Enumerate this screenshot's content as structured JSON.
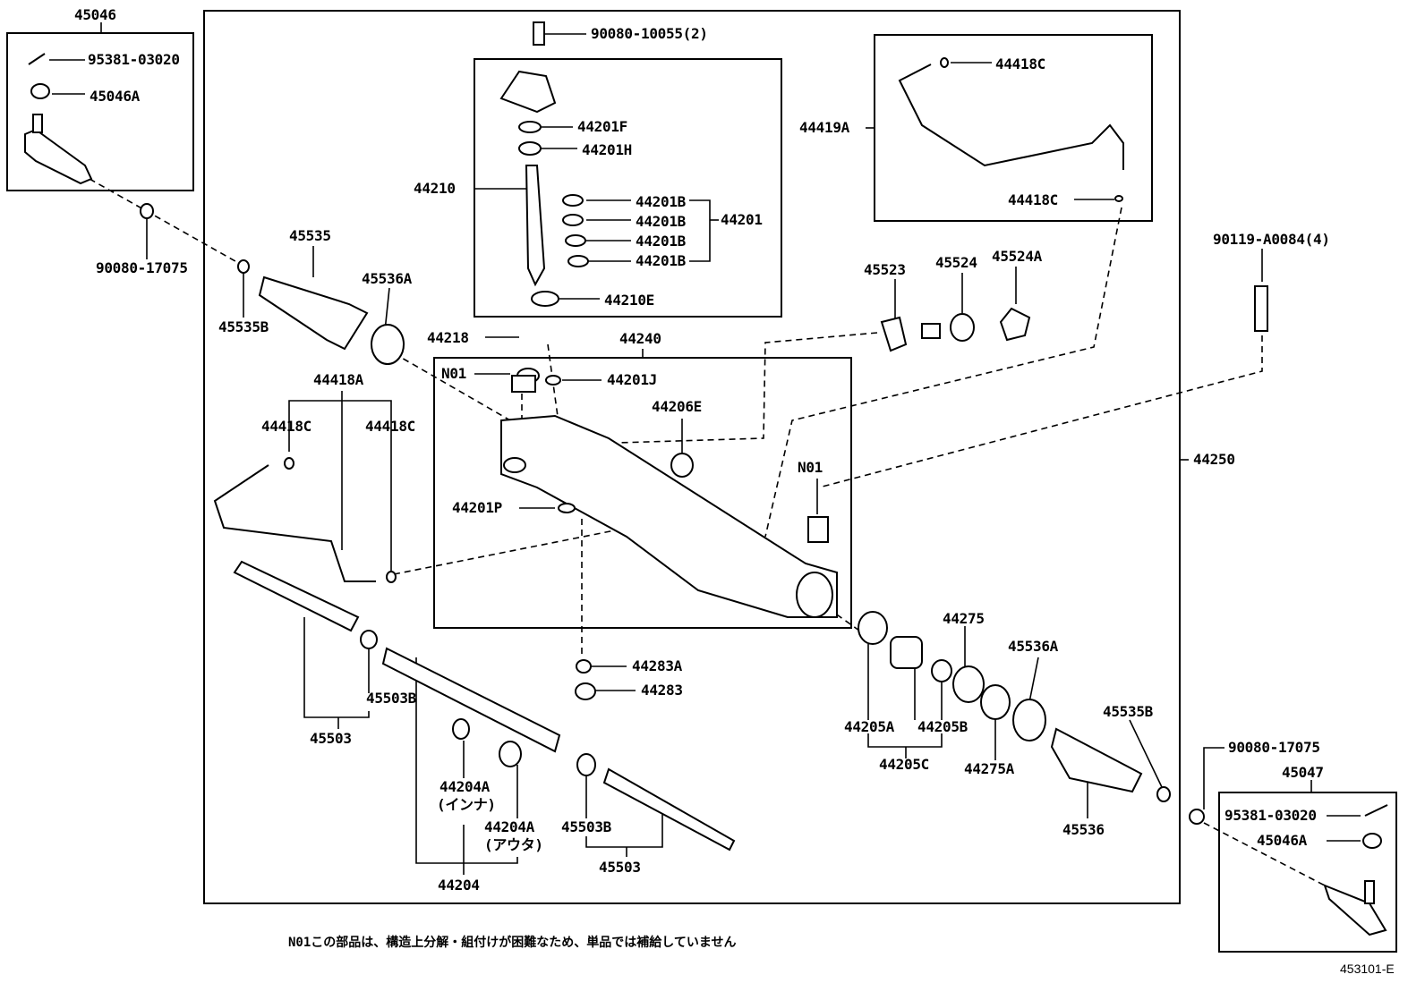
{
  "labels": [
    "45046",
    "95381-03020",
    "45046A",
    "90080-10055(2)",
    "44201F",
    "44201H",
    "44210",
    "44201B",
    "44201B",
    "44201B",
    "44201B",
    "44201",
    "44210E",
    "44418C",
    "44419A",
    "44418C",
    "90119-A0084(4)",
    "45535",
    "90080-17075",
    "45536A",
    "45535B",
    "45523",
    "45524",
    "45524A",
    "44218",
    "44240",
    "N01",
    "44201J",
    "44418A",
    "44206E",
    "44418C",
    "44418C",
    "44250",
    "N01",
    "44201P",
    "44275",
    "45536A",
    "44283A",
    "44283",
    "45503B",
    "45535B",
    "44205A",
    "44205B",
    "45503",
    "90080-17075",
    "44205C",
    "45047",
    "44275A",
    "44204A",
    "(インナ)",
    "95381-03020",
    "44204A",
    "(アウタ)",
    "45503B",
    "45536",
    "45046A",
    "45503",
    "44204"
  ],
  "footer_note": "N01この部品は、構造上分解・組付けが困難なため、単品では補給していません",
  "figure_code": "453101-E"
}
